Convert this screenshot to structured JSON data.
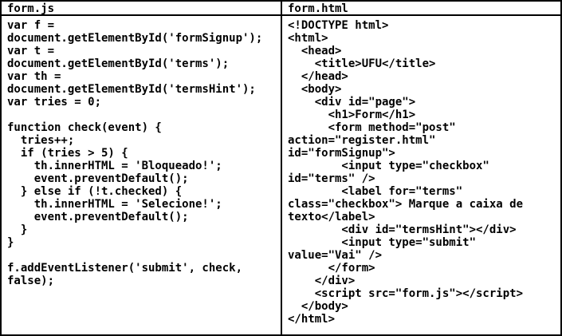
{
  "panels": [
    {
      "filename": "form.js",
      "lines": [
        "var f =",
        "document.getElementById('formSignup');",
        "var t =",
        "document.getElementById('terms');",
        "var th =",
        "document.getElementById('termsHint');",
        "var tries = 0;",
        "",
        "function check(event) {",
        "  tries++;",
        "  if (tries > 5) {",
        "    th.innerHTML = 'Bloqueado!';",
        "    event.preventDefault();",
        "  } else if (!t.checked) {",
        "    th.innerHTML = 'Selecione!';",
        "    event.preventDefault();",
        "  }",
        "}",
        "",
        "f.addEventListener('submit', check,",
        "false);"
      ]
    },
    {
      "filename": "form.html",
      "lines": [
        "<!DOCTYPE html>",
        "<html>",
        "  <head>",
        "    <title>UFU</title>",
        "  </head>",
        "  <body>",
        "    <div id=\"page\">",
        "      <h1>Form</h1>",
        "      <form method=\"post\"",
        "action=\"register.html\"",
        "id=\"formSignup\">",
        "        <input type=\"checkbox\"",
        "id=\"terms\" />",
        "        <label for=\"terms\"",
        "class=\"checkbox\"> Marque a caixa de",
        "texto</label>",
        "        <div id=\"termsHint\"></div>",
        "        <input type=\"submit\"",
        "value=\"Vai\" />",
        "      </form>",
        "    </div>",
        "    <script src=\"form.js\"></script>",
        "  </body>",
        "</html>"
      ]
    }
  ]
}
